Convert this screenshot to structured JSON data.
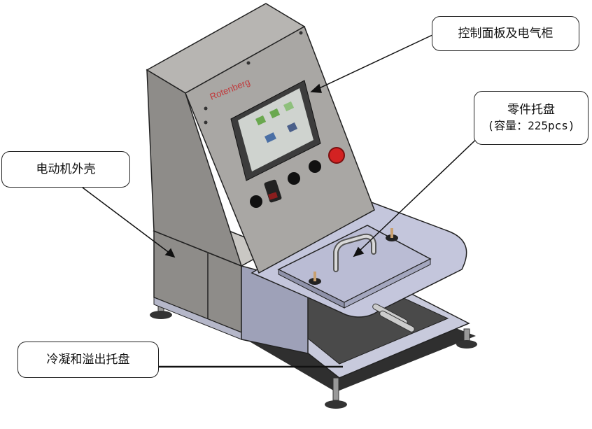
{
  "diagram": {
    "type": "labeled-equipment-illustration",
    "brand_label": "Rotenberg",
    "callouts": [
      {
        "id": "control-panel",
        "label": "控制面板及电气柜"
      },
      {
        "id": "parts-tray",
        "label": "零件托盘",
        "sublabel": "(容量：225pcs)"
      },
      {
        "id": "motor-housing",
        "label": "电动机外壳"
      },
      {
        "id": "condensate-tray",
        "label": "冷凝和溢出托盘"
      }
    ],
    "colors": {
      "cabinet": "#a9a7a4",
      "cabinet_dark": "#8e8c89",
      "base_panel": "#b9bcd6",
      "base_light": "#d3d5e8",
      "tray_dark": "#4a4a4a",
      "screen_bezel": "#3c3c3c",
      "estop_red": "#d32222",
      "brand_red": "#c0393b"
    }
  }
}
